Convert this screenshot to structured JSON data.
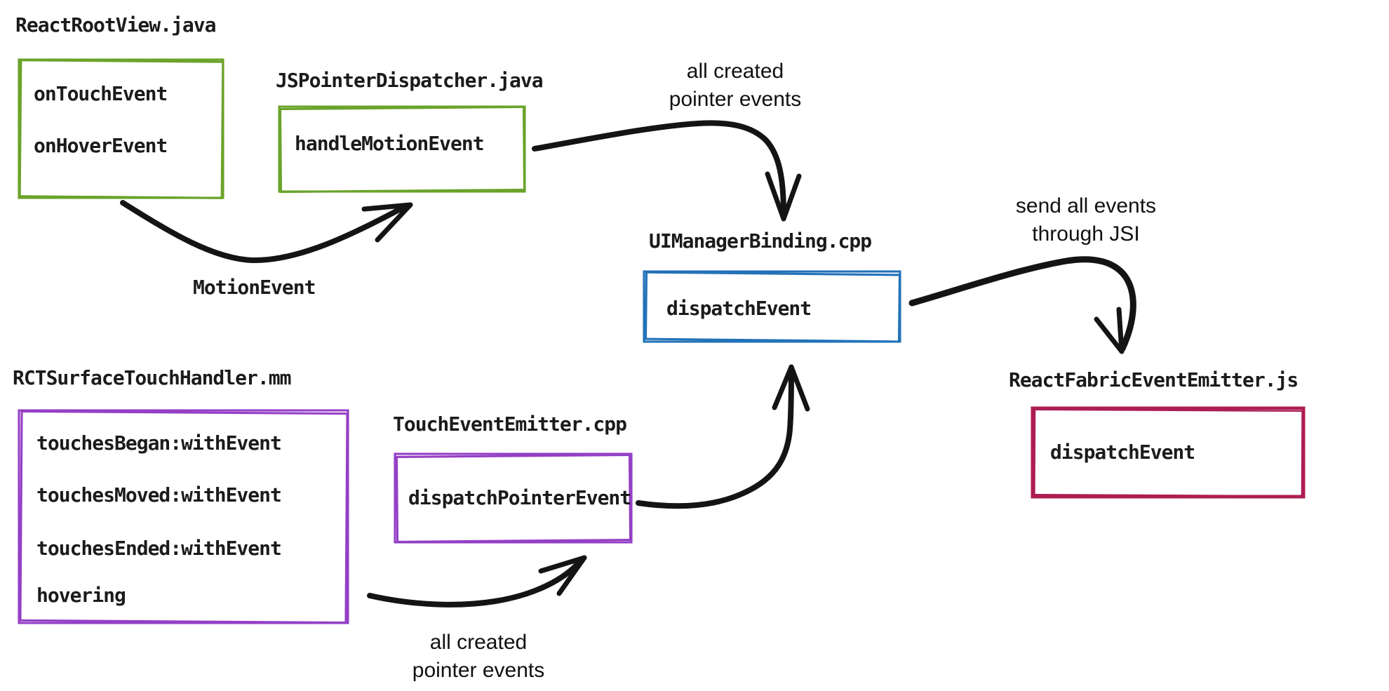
{
  "diagram": {
    "colors": {
      "green": "#6aa32a",
      "blue": "#2272b8",
      "purple": "#9440c6",
      "crimson": "#ad1d53",
      "arrow": "#141414",
      "text": "#1b1b1b"
    },
    "nodes": [
      {
        "id": "react-root-view",
        "file": "ReactRootView.java",
        "color": "green",
        "methods": [
          "onTouchEvent",
          "onHoverEvent"
        ]
      },
      {
        "id": "js-pointer-dispatcher",
        "file": "JSPointerDispatcher.java",
        "color": "green",
        "methods": [
          "handleMotionEvent"
        ]
      },
      {
        "id": "ui-manager-binding",
        "file": "UIManagerBinding.cpp",
        "color": "blue",
        "methods": [
          "dispatchEvent"
        ]
      },
      {
        "id": "rct-surface-touch-handler",
        "file": "RCTSurfaceTouchHandler.mm",
        "color": "purple",
        "methods": [
          "touchesBegan:withEvent",
          "touchesMoved:withEvent",
          "touchesEnded:withEvent",
          "hovering"
        ]
      },
      {
        "id": "touch-event-emitter",
        "file": "TouchEventEmitter.cpp",
        "color": "purple",
        "methods": [
          "dispatchPointerEvent"
        ]
      },
      {
        "id": "react-fabric-event-emitter",
        "file": "ReactFabricEventEmitter.js",
        "color": "crimson",
        "methods": [
          "dispatchEvent"
        ]
      }
    ],
    "edges": [
      {
        "from": "ReactRootView.java",
        "to": "JSPointerDispatcher.java",
        "label": "MotionEvent"
      },
      {
        "from": "JSPointerDispatcher.java",
        "to": "UIManagerBinding.cpp",
        "label": "all created pointer events"
      },
      {
        "from": "UIManagerBinding.cpp",
        "to": "ReactFabricEventEmitter.js",
        "label": "send all events through JSI"
      },
      {
        "from": "RCTSurfaceTouchHandler.mm",
        "to": "TouchEventEmitter.cpp",
        "label": "all created pointer events"
      },
      {
        "from": "TouchEventEmitter.cpp",
        "to": "UIManagerBinding.cpp",
        "label": ""
      }
    ],
    "labels": {
      "motion_event": "MotionEvent",
      "top_pointer_line1": "all created",
      "top_pointer_line2": "pointer events",
      "jsi_line1": "send all events",
      "jsi_line2": "through JSI",
      "bottom_pointer_line1": "all created",
      "bottom_pointer_line2": "pointer events"
    }
  }
}
